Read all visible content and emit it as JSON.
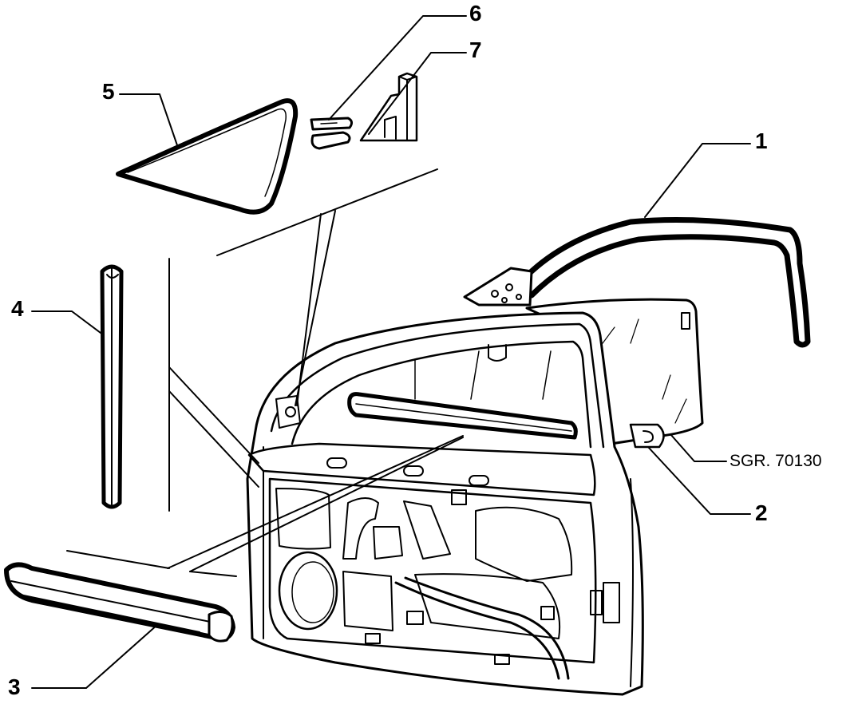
{
  "diagram": {
    "callouts": [
      {
        "id": "1",
        "label": "1"
      },
      {
        "id": "2",
        "label": "2"
      },
      {
        "id": "3",
        "label": "3"
      },
      {
        "id": "4",
        "label": "4"
      },
      {
        "id": "5",
        "label": "5"
      },
      {
        "id": "6",
        "label": "6"
      },
      {
        "id": "7",
        "label": "7"
      }
    ],
    "reference": "SGR. 70130",
    "colors": {
      "ink": "#000000",
      "paper": "#ffffff"
    }
  }
}
